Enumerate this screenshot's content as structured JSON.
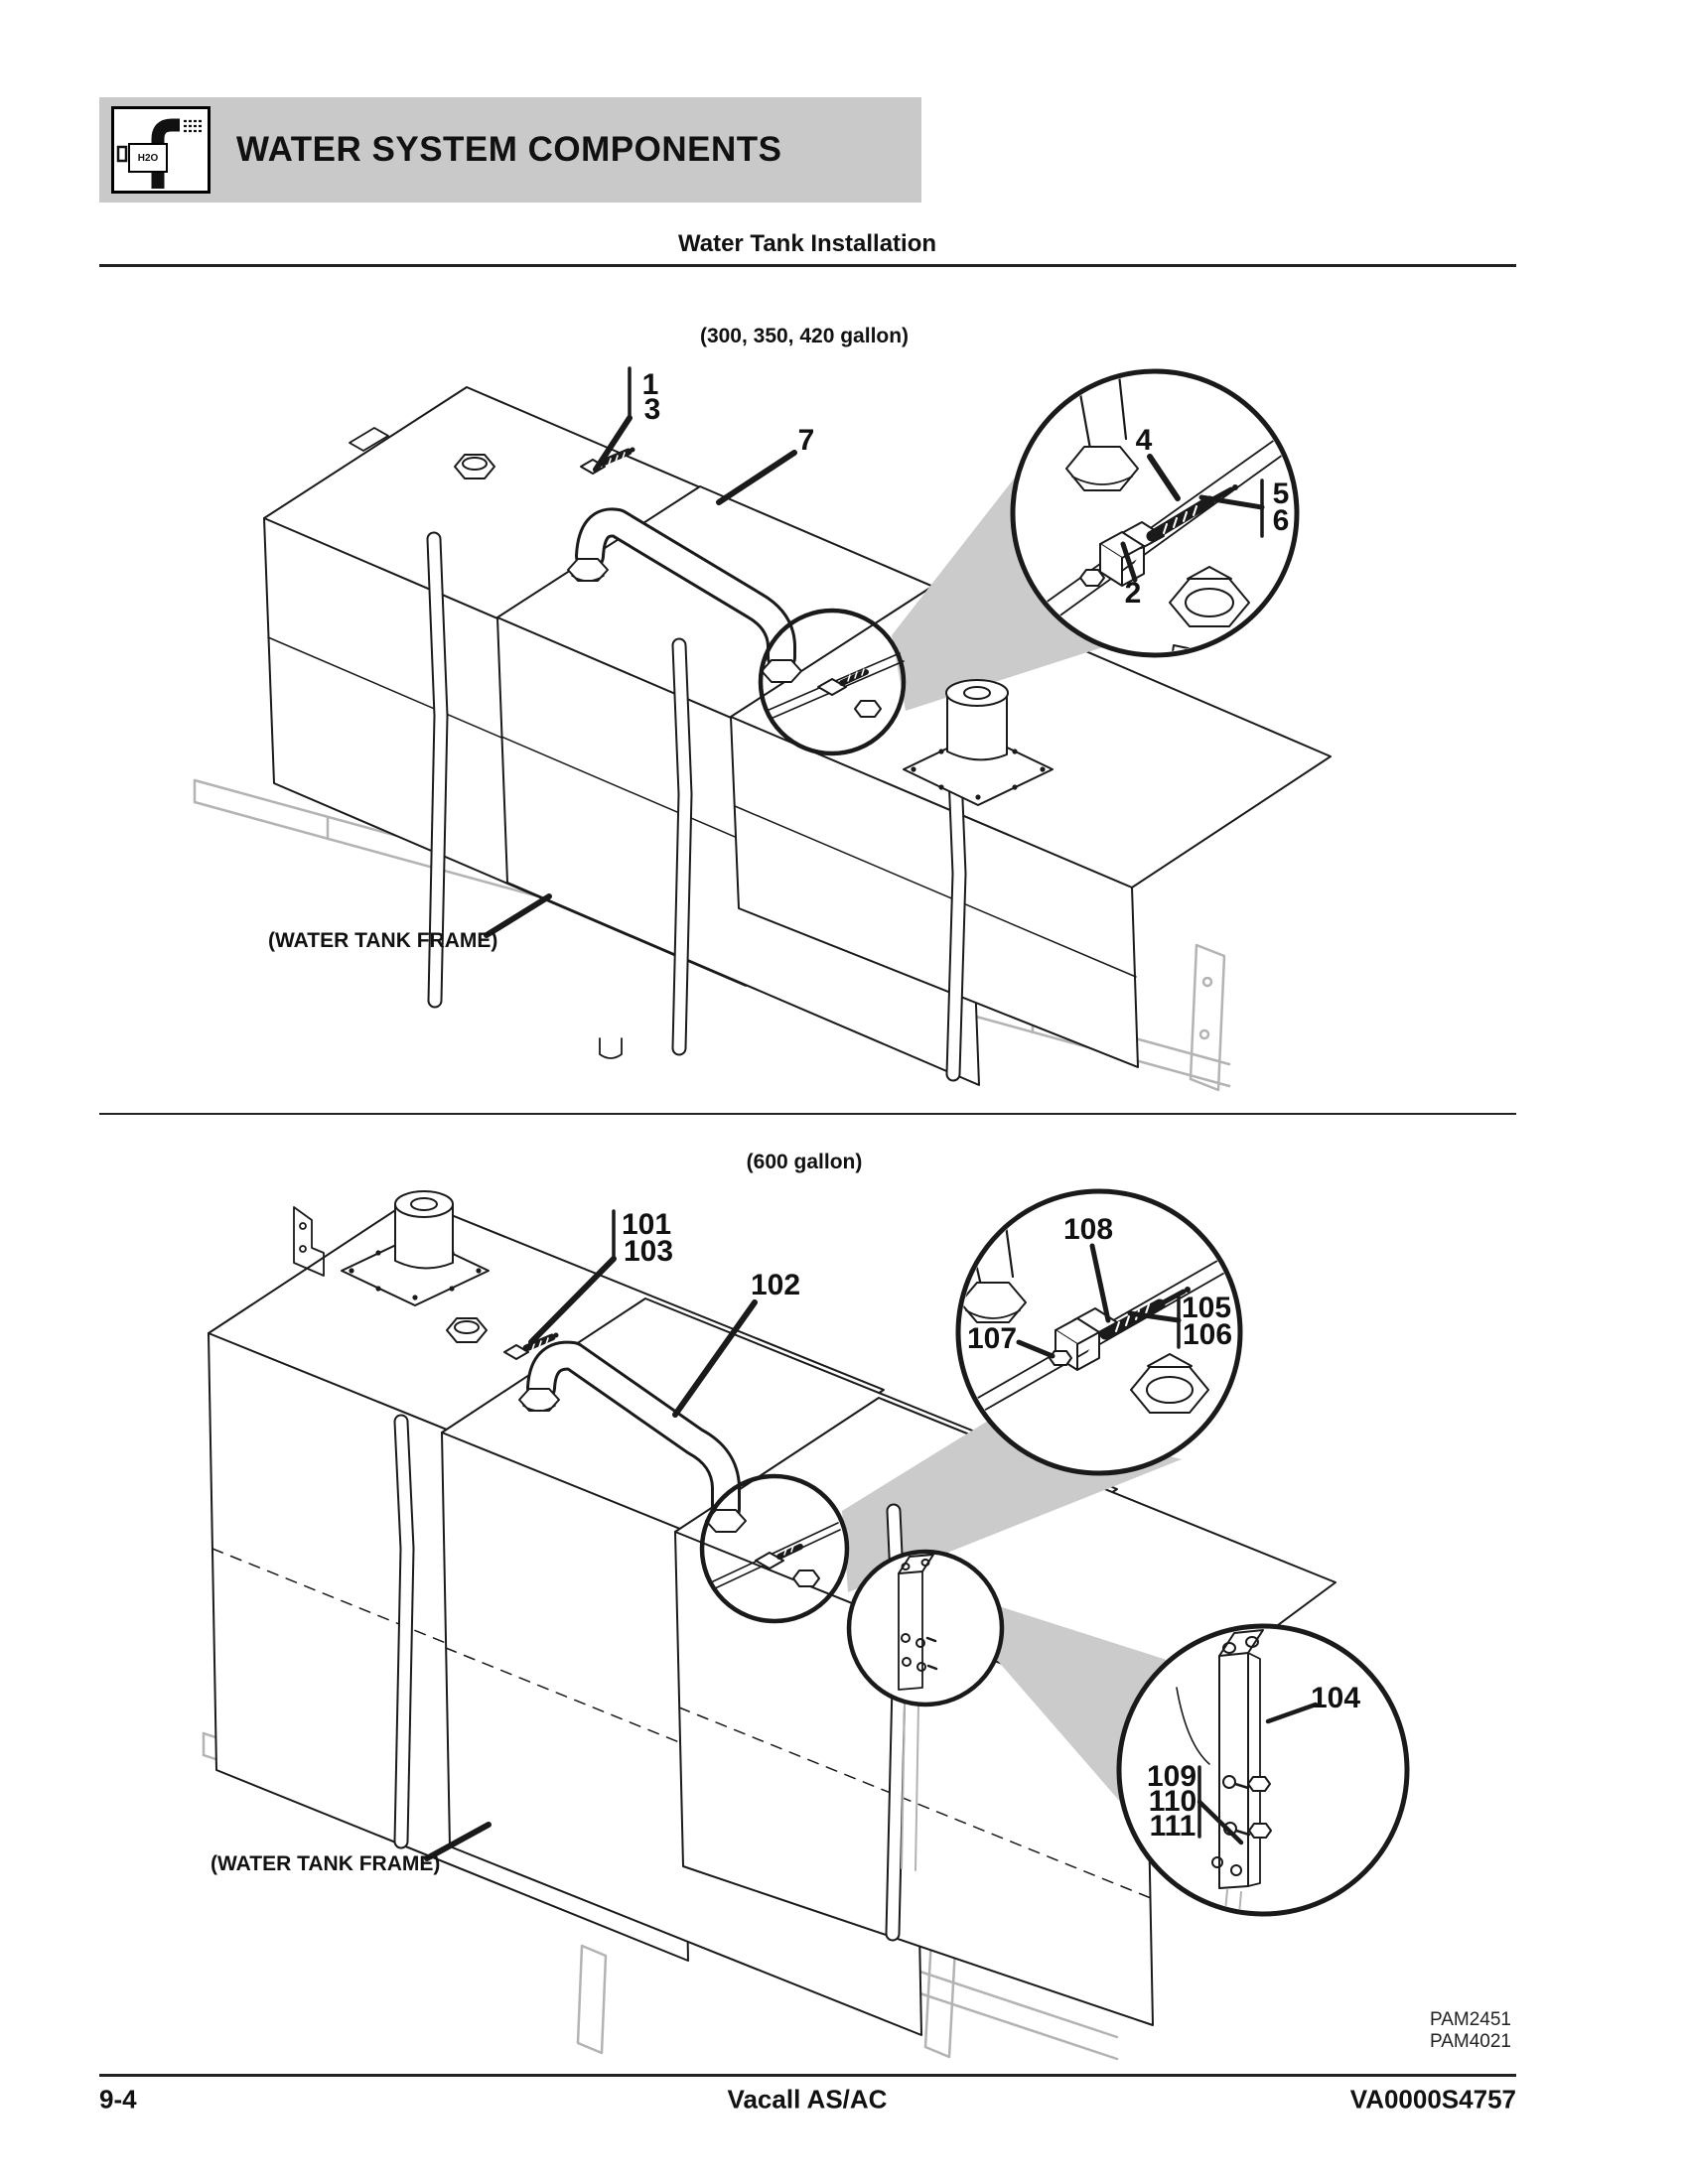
{
  "header": {
    "title": "WATER SYSTEM COMPONENTS",
    "icon": "water-faucet-icon",
    "icon_label": "H2O"
  },
  "page_title": "Water Tank Installation",
  "colors": {
    "header_bar": "#c9c9c9",
    "wedge_gray": "#cbcbcb",
    "frame_gray": "#b3b3b3",
    "ink": "#111111"
  },
  "diagram1": {
    "caption": "(300, 350, 420 gallon)",
    "frame_label": "(WATER TANK FRAME)",
    "callouts": [
      "1",
      "3",
      "7",
      "4",
      "5",
      "6",
      "2"
    ]
  },
  "diagram2": {
    "caption": "(600 gallon)",
    "frame_label": "(WATER TANK FRAME)",
    "callouts": [
      "101",
      "103",
      "102",
      "108",
      "105",
      "106",
      "107",
      "104",
      "109",
      "110",
      "111"
    ]
  },
  "artwork_refs": [
    "PAM2451",
    "PAM4021"
  ],
  "footer": {
    "page_number": "9-4",
    "model": "Vacall AS/AC",
    "doc_number": "VA0000S4757"
  }
}
